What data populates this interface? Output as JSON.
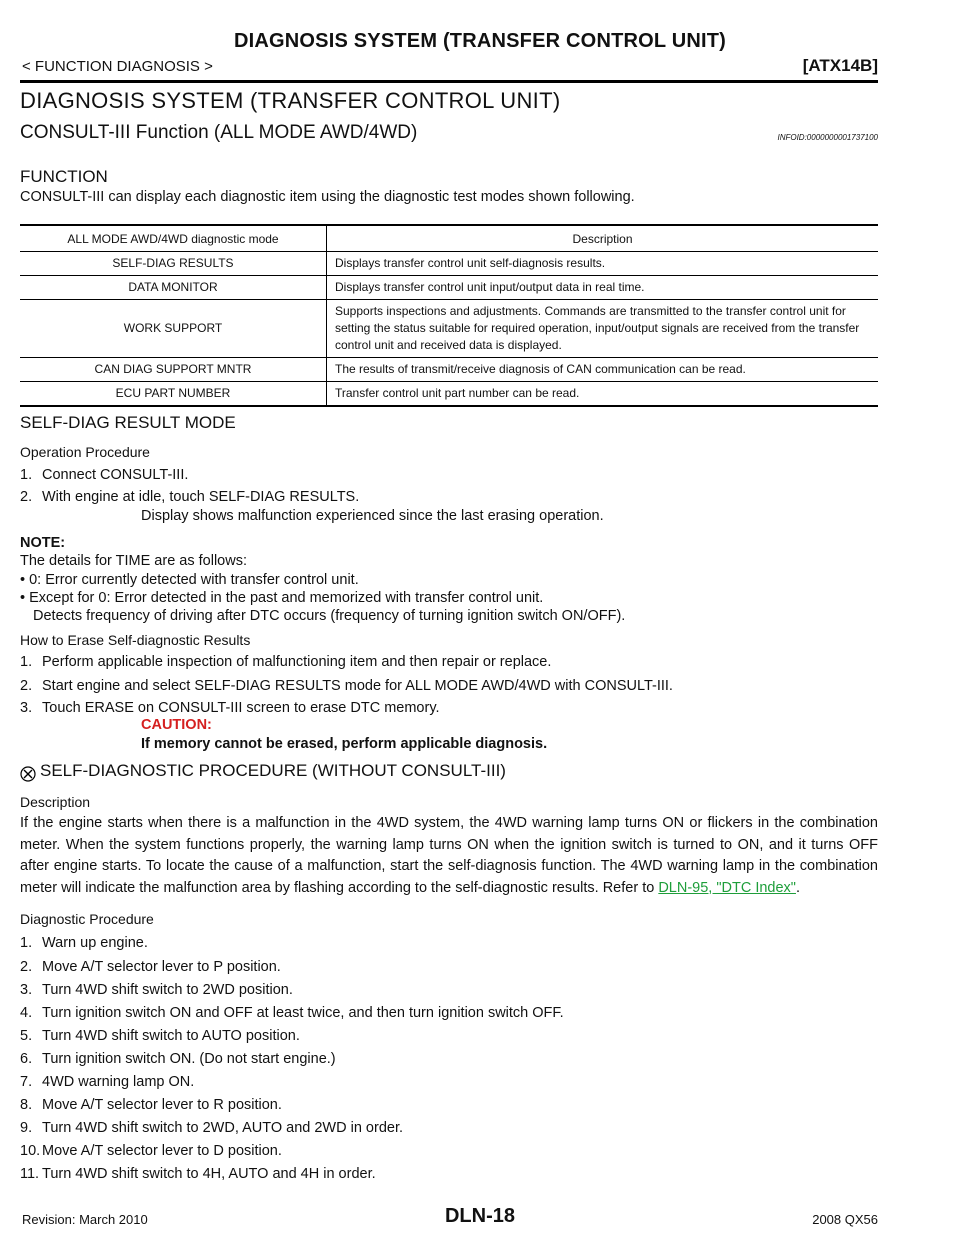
{
  "header": {
    "title": "DIAGNOSIS SYSTEM (TRANSFER CONTROL UNIT)",
    "subtitle": "< FUNCTION DIAGNOSIS >",
    "code": "[ATX14B]"
  },
  "main": {
    "heading": "DIAGNOSIS SYSTEM (TRANSFER CONTROL UNIT)",
    "section_title": "CONSULT-III Function (ALL MODE AWD/4WD)",
    "info_id": "INFOID:0000000001737100",
    "function_heading": "FUNCTION",
    "function_text": "CONSULT-III can display each diagnostic item using the diagnostic test modes shown following.",
    "table": {
      "headers": [
        "ALL MODE AWD/4WD diagnostic mode",
        "Description"
      ],
      "rows": [
        {
          "mode": "SELF-DIAG RESULTS",
          "description": "Displays transfer control unit self-diagnosis results."
        },
        {
          "mode": "DATA MONITOR",
          "description": "Displays transfer control unit input/output data in real time."
        },
        {
          "mode": "WORK SUPPORT",
          "description": "Supports inspections and adjustments.  Commands are transmitted to the transfer control unit for setting the status suitable for required operation, input/output signals are received from the transfer control unit and received data is displayed."
        },
        {
          "mode": "CAN DIAG SUPPORT MNTR",
          "description": "The results of transmit/receive diagnosis of CAN communication can be read."
        },
        {
          "mode": "ECU PART NUMBER",
          "description": "Transfer control unit part number can be read."
        }
      ]
    },
    "selfdiag": {
      "heading": "SELF-DIAG RESULT MODE",
      "op_heading": "Operation Procedure",
      "steps": [
        {
          "n": "1.",
          "text": "Connect CONSULT-III."
        },
        {
          "n": "2.",
          "text": "With engine at idle, touch SELF-DIAG RESULTS."
        }
      ],
      "step2_detail": "Display shows malfunction experienced since the last erasing operation.",
      "note_label": "NOTE:",
      "note_intro": "The details for TIME are as follows:",
      "note_bullets": [
        "• 0: Error currently detected with transfer control unit.",
        "• Except for 0: Error detected in the past and memorized with transfer control unit."
      ],
      "note_detail": "Detects frequency of driving after DTC occurs (frequency of turning ignition switch ON/OFF).",
      "erase_heading": "How to Erase Self-diagnostic Results",
      "erase_steps": [
        {
          "n": "1.",
          "text": "Perform applicable inspection of malfunctioning item and then repair or replace."
        },
        {
          "n": "2.",
          "text": "Start engine and select SELF-DIAG RESULTS mode for ALL MODE AWD/4WD with CONSULT-III."
        },
        {
          "n": "3.",
          "text": "Touch ERASE on CONSULT-III screen to erase DTC memory."
        }
      ],
      "caution_label": "CAUTION:",
      "caution_text": "If memory cannot be erased, perform applicable diagnosis."
    },
    "without": {
      "heading": "SELF-DIAGNOSTIC PROCEDURE (WITHOUT CONSULT-III)",
      "desc_heading": "Description",
      "desc_text": "If the engine starts when there is a malfunction in the 4WD system, the 4WD warning lamp turns ON or flickers in the combination meter. When the system functions properly, the warning lamp turns ON when the ignition switch is turned to ON, and it turns OFF after engine starts. To locate the cause of a malfunction, start the self-diagnosis function. The 4WD warning lamp in the combination meter will indicate the malfunction area by flashing according to the self-diagnostic results.  Refer to ",
      "link_text": "DLN-95, \"DTC Index\"",
      "desc_end": ".",
      "diag_heading": "Diagnostic Procedure",
      "steps": [
        {
          "n": "1.",
          "text": "Warn up engine."
        },
        {
          "n": "2.",
          "text": "Move A/T selector lever to P position."
        },
        {
          "n": "3.",
          "text": "Turn 4WD shift switch to 2WD position."
        },
        {
          "n": "4.",
          "text": "Turn ignition switch ON and OFF at least twice, and then turn ignition switch OFF."
        },
        {
          "n": "5.",
          "text": "Turn 4WD shift switch to AUTO position."
        },
        {
          "n": "6.",
          "text": "Turn ignition switch ON. (Do not start engine.)"
        },
        {
          "n": "7.",
          "text": "4WD warning lamp ON."
        },
        {
          "n": "8.",
          "text": "Move A/T selector lever to R position."
        },
        {
          "n": "9.",
          "text": "Turn 4WD shift switch to 2WD, AUTO and 2WD in order."
        },
        {
          "n": "10.",
          "text": "Move A/T selector lever to D position."
        },
        {
          "n": "11.",
          "text": "Turn 4WD shift switch to 4H, AUTO and 4H in order."
        }
      ]
    }
  },
  "footer": {
    "revision": "Revision: March 2010",
    "page": "DLN-18",
    "model": "2008 QX56"
  }
}
